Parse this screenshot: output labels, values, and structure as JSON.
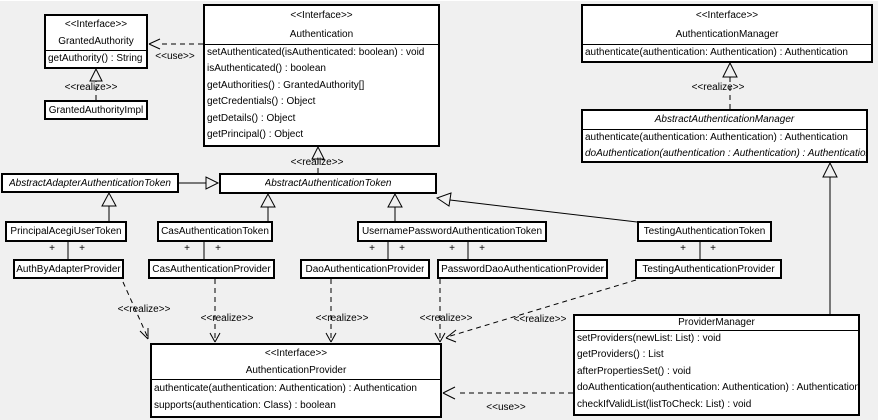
{
  "labels": {
    "realize": "<<realize>>",
    "use": "<<use>>",
    "plus": "+"
  },
  "colors": {
    "background": "#f0f0f0",
    "box_fill": "#ffffff",
    "line": "#000000"
  },
  "classes": {
    "granted_authority": {
      "stereotype": "<<Interface>>",
      "name": "GrantedAuthority",
      "methods": [
        "getAuthority() : String"
      ]
    },
    "granted_authority_impl": {
      "name": "GrantedAuthorityImpl"
    },
    "authentication": {
      "stereotype": "<<Interface>>",
      "name": "Authentication",
      "methods": [
        "setAuthenticated(isAuthenticated: boolean) : void",
        "isAuthenticated() : boolean",
        "getAuthorities() : GrantedAuthority[]",
        "getCredentials() : Object",
        "getDetails() : Object",
        "getPrincipal() : Object"
      ]
    },
    "authentication_manager": {
      "stereotype": "<<Interface>>",
      "name": "AuthenticationManager",
      "methods": [
        "authenticate(authentication: Authentication) : Authentication"
      ]
    },
    "abstract_authentication_manager": {
      "name": "AbstractAuthenticationManager",
      "methods": [
        "authenticate(authentication: Authentication) : Authentication",
        "doAuthentication(authentication : Authentication) : Authentication"
      ]
    },
    "abstract_adapter_authentication_token": {
      "name": "AbstractAdapterAuthenticationToken"
    },
    "abstract_authentication_token": {
      "name": "AbstractAuthenticationToken"
    },
    "principal_acegi_user_token": {
      "name": "PrincipalAcegiUserToken"
    },
    "cas_authentication_token": {
      "name": "CasAuthenticationToken"
    },
    "username_password_authentication_token": {
      "name": "UsernamePasswordAuthenticationToken"
    },
    "testing_authentication_token": {
      "name": "TestingAuthenticationToken"
    },
    "auth_by_adapter_provider": {
      "name": "AuthByAdapterProvider"
    },
    "cas_authentication_provider": {
      "name": "CasAuthenticationProvider"
    },
    "dao_authentication_provider": {
      "name": "DaoAuthenticationProvider"
    },
    "password_dao_authentication_provider": {
      "name": "PasswordDaoAuthenticationProvider"
    },
    "testing_authentication_provider": {
      "name": "TestingAuthenticationProvider"
    },
    "authentication_provider": {
      "stereotype": "<<Interface>>",
      "name": "AuthenticationProvider",
      "methods": [
        "authenticate(authentication: Authentication) : Authentication",
        "supports(authentication: Class) : boolean"
      ]
    },
    "provider_manager": {
      "name": "ProviderManager",
      "methods": [
        "setProviders(newList: List) : void",
        "getProviders() : List",
        "afterPropertiesSet() : void",
        "doAuthentication(authentication: Authentication) : Authentication",
        "checkIfValidList(listToCheck: List) : void"
      ]
    }
  }
}
